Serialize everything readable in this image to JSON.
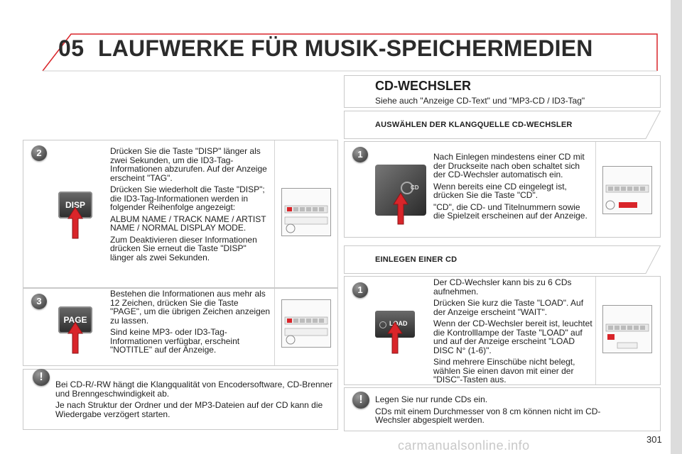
{
  "chapter": "05",
  "title": "LAUFWERKE FÜR MUSIK-SPEICHERMEDIEN",
  "left": {
    "disp": {
      "badge": "2",
      "button_label": "DISP",
      "paragraphs": [
        "Drücken Sie die Taste \"DISP\" länger als zwei Sekunden, um die ID3-Tag-Informationen abzurufen. Auf der Anzeige erscheint \"TAG\".",
        "Drücken Sie wiederholt die Taste \"DISP\"; die ID3-Tag-Informationen werden in folgender Reihenfolge angezeigt:",
        "ALBUM NAME / TRACK NAME / ARTIST NAME / NORMAL DISPLAY MODE.",
        "Zum Deaktivieren dieser Informationen drücken Sie erneut die Taste \"DISP\" länger als zwei Sekunden."
      ]
    },
    "page": {
      "badge": "3",
      "button_label": "PAGE",
      "paragraphs": [
        "Bestehen die Informationen aus mehr als 12 Zeichen, drücken Sie die Taste \"PAGE\", um die übrigen Zeichen anzeigen zu lassen.",
        "Sind keine MP3- oder ID3-Tag-Informationen verfügbar, erscheint \"NOTITLE\" auf der Anzeige."
      ]
    },
    "note": {
      "icon": "!",
      "paragraphs": [
        "Bei CD-R/-RW hängt die Klangqualität von Encodersoftware, CD-Brenner und Brenngeschwindigkeit ab.",
        "Je nach Struktur der Ordner und der MP3-Dateien auf der CD kann die Wiedergabe verzögert starten."
      ]
    }
  },
  "right": {
    "heading": "CD-WECHSLER",
    "subheading": "Siehe auch \"Anzeige CD-Text\" und \"MP3-CD / ID3-Tag\"",
    "select_title": "AUSWÄHLEN DER KLANGQUELLE CD-WECHSLER",
    "select": {
      "badge": "1",
      "button_label": "CD",
      "paragraphs": [
        "Nach Einlegen mindestens einer CD mit der Druckseite nach oben schaltet sich der CD-Wechsler automatisch ein.",
        "Wenn bereits eine CD eingelegt ist, drücken Sie die Taste \"CD\".",
        "\"CD\", die CD- und Titelnummern sowie die Spielzeit erscheinen auf der Anzeige."
      ]
    },
    "insert_title": "EINLEGEN EINER CD",
    "insert": {
      "badge": "1",
      "button_label": "LOAD",
      "paragraphs": [
        "Der CD-Wechsler kann bis zu 6 CDs aufnehmen.",
        "Drücken Sie kurz die Taste \"LOAD\". Auf der Anzeige erscheint \"WAIT\".",
        "Wenn der CD-Wechsler bereit ist, leuchtet die Kontrolllampe der Taste \"LOAD\" auf und auf der Anzeige erscheint \"LOAD DISC N° (1-6)\".",
        "Sind mehrere Einschübe nicht belegt, wählen Sie einen davon mit einer der \"DISC\"-Tasten aus."
      ]
    },
    "note": {
      "icon": "!",
      "paragraphs": [
        "Legen Sie nur runde CDs ein.",
        "CDs mit einem Durchmesser von 8 cm können nicht im CD-Wechsler abgespielt werden."
      ]
    }
  },
  "page_number": "301",
  "watermark": "carmanualsonline.info",
  "colors": {
    "accent": "#d9252a",
    "arrow": "#d9252a"
  }
}
